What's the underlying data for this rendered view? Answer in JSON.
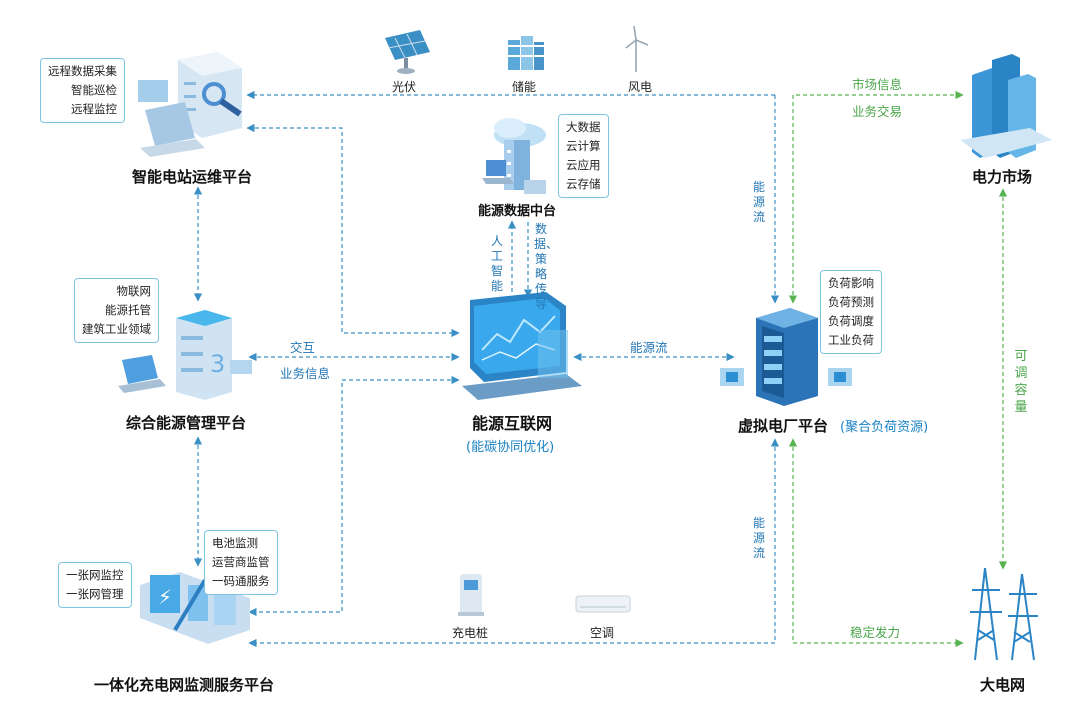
{
  "sources": {
    "solar": "光伏",
    "storage": "储能",
    "wind": "风电"
  },
  "nodes": {
    "station_ops": "智能电站运维平台",
    "energy_mgmt": "综合能源管理平台",
    "charging": "一体化充电网监测服务平台",
    "data_center": "能源数据中台",
    "internet": "能源互联网",
    "internet_sub": "(能碳协同优化)",
    "vpp": "虚拟电厂平台",
    "vpp_sub": "(聚合负荷资源)",
    "market": "电力市场",
    "grid": "大电网"
  },
  "boxes": {
    "station_ops": [
      "远程数据采集",
      "智能巡检",
      "远程监控"
    ],
    "data_center": [
      "大数据",
      "云计算",
      "云应用",
      "云存储"
    ],
    "energy_mgmt": [
      "物联网",
      "能源托管",
      "建筑工业领域"
    ],
    "vpp": [
      "负荷影响",
      "负荷预测",
      "负荷调度",
      "工业负荷"
    ],
    "charging_top": [
      "电池监测",
      "运营商监管",
      "一码通服务"
    ],
    "charging_left": [
      "一张网监控",
      "一张网管理"
    ]
  },
  "labels": {
    "interact": "交互",
    "business_info": "业务信息",
    "energy_flow_h": "能源流",
    "energy_flow_v": "能源流",
    "energy_flow_v2": "能源流",
    "ai": "人工智能",
    "data_strategy": "数据、策略传导",
    "market_info": "市场信息",
    "business_trade": "业务交易",
    "adjustable_capacity": "可调容量",
    "stable_power": "稳定发力",
    "charging_pile": "充电桩",
    "air_conditioner": "空调"
  },
  "colors": {
    "blue_line": "#3a8fc4",
    "green_line": "#56b34f",
    "title": "#111111",
    "accent": "#1a82c4"
  }
}
